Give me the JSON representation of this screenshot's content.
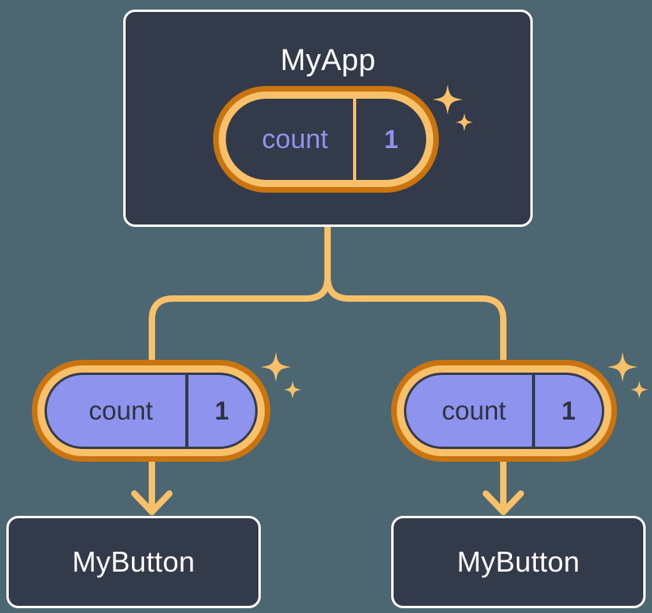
{
  "diagram": {
    "title_hidden": "",
    "background_color": "#4c6772",
    "accent_color": "#f9c06a",
    "ring_outer_color": "#c9740f",
    "state_fill_color": "#8e93ee",
    "component_fill_color": "#333a4a",
    "component_border_color": "#ffffff"
  },
  "root": {
    "label": "MyApp",
    "state": {
      "key": "count",
      "value": "1"
    },
    "sparkle": "sparkles-icon"
  },
  "states": [
    {
      "key": "count",
      "value": "1",
      "sparkle": "sparkles-icon"
    },
    {
      "key": "count",
      "value": "1",
      "sparkle": "sparkles-icon"
    }
  ],
  "children": [
    {
      "label": "MyButton"
    },
    {
      "label": "MyButton"
    }
  ],
  "edges": {
    "branch": "root-to-states-split",
    "arrow_left": "state-to-button-arrow",
    "arrow_right": "state-to-button-arrow"
  }
}
